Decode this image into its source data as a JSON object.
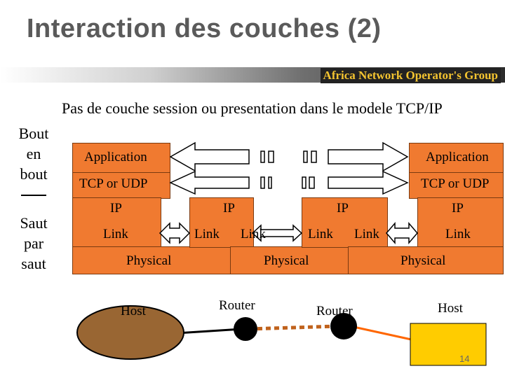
{
  "title": "Interaction des couches (2)",
  "logo_text": "Africa Network Operator's Group",
  "subtitle": "Pas de couche session ou presentation dans le modele TCP/IP",
  "side": {
    "top_lines": [
      "Bout",
      "en",
      "bout"
    ],
    "separator": "—",
    "bottom_lines": [
      "Saut",
      "par",
      "saut"
    ]
  },
  "labels": {
    "app_left": "Application",
    "app_right": "Application",
    "tcp_left": "TCP or UDP",
    "tcp_right": "TCP or UDP",
    "ip1": "IP",
    "ip2": "IP",
    "ip3": "IP",
    "ip4": "IP",
    "link1": "Link",
    "link2": "Link",
    "link3": "Link",
    "link4": "Link",
    "link5": "Link",
    "link6": "Link",
    "phys1": "Physical",
    "phys2": "Physical",
    "phys3": "Physical",
    "host1": "Host",
    "router1": "Router",
    "router2": "Router",
    "host2": "Host"
  },
  "colors": {
    "layer_fill": "#f07a30",
    "host1_fill": "#996633",
    "host2_fill": "#ffcc00",
    "router_fill": "#000000",
    "dotted_link": "#c0621c",
    "solid_link_orange": "#ff6600"
  },
  "page_number": "14"
}
